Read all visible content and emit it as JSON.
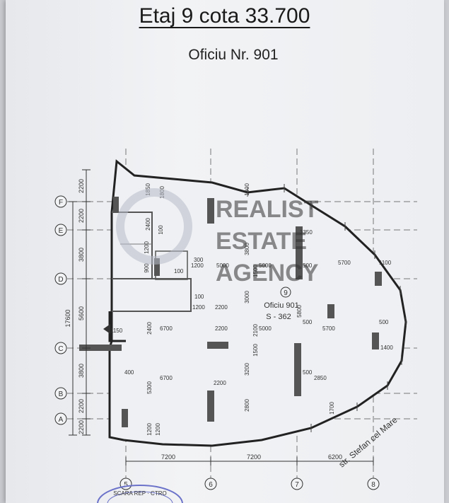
{
  "title": "Etaj 9 cota 33.700",
  "subtitle": "Oficiu  Nr. 901",
  "room": {
    "number": "9",
    "name": "Oficiu 901",
    "area": "S - 362"
  },
  "watermark": {
    "line1": "REALIST",
    "line2": "ESTATE",
    "line3": "AGENCY"
  },
  "street_label": "str. Stefan cel Mare",
  "axes": {
    "rows": [
      "F",
      "E",
      "D",
      "C",
      "B",
      "A"
    ],
    "cols": [
      "5",
      "6",
      "7",
      "8"
    ]
  },
  "left_dims": {
    "row_spacing": [
      "2200",
      "2200",
      "3800",
      "5600",
      "3800",
      "2200",
      "2200"
    ],
    "overall": "17600"
  },
  "bottom_dims": [
    "7200",
    "7200",
    "6200"
  ],
  "inner_dims": {
    "d1850": "1850",
    "d2400": "2400",
    "d1200a": "1200",
    "d900": "900",
    "d100a": "100",
    "d1800": "1800",
    "d1400": "1400",
    "d300": "300",
    "d1200b": "1200",
    "d100b": "100",
    "d1200c": "1200",
    "d2200a": "2200",
    "d3000": "3000",
    "d1150": "1150",
    "d2400b": "2400",
    "d6700a": "6700",
    "d2200b": "2200",
    "d1500a": "1500",
    "d2100": "2100",
    "d5000a": "5000",
    "d5700a": "5700",
    "d500a": "500",
    "d3350": "3350",
    "d3800": "3800",
    "d5000b": "5000",
    "d1500b": "1500",
    "d5700b": "5700",
    "d1100": "1100",
    "d500b": "500",
    "d1400b": "1400",
    "d400": "400",
    "d6700b": "6700",
    "d5300": "5300",
    "d3200": "3200",
    "d500c": "500",
    "d2850": "2850",
    "d2800": "2800",
    "d1200d": "1200",
    "d1200e": "1200",
    "d2200c": "2200",
    "d500d": "500",
    "d1700": "1700",
    "d5000c": "5000",
    "d5800": "5800"
  },
  "stamp": {
    "text": "SCARA REP  ·  CTRO"
  },
  "colors": {
    "ink": "#333333",
    "column": "#555555",
    "hatch": "#9a9a9a",
    "stamp": "#6b72c9",
    "watermark": "#b8bcc8"
  }
}
